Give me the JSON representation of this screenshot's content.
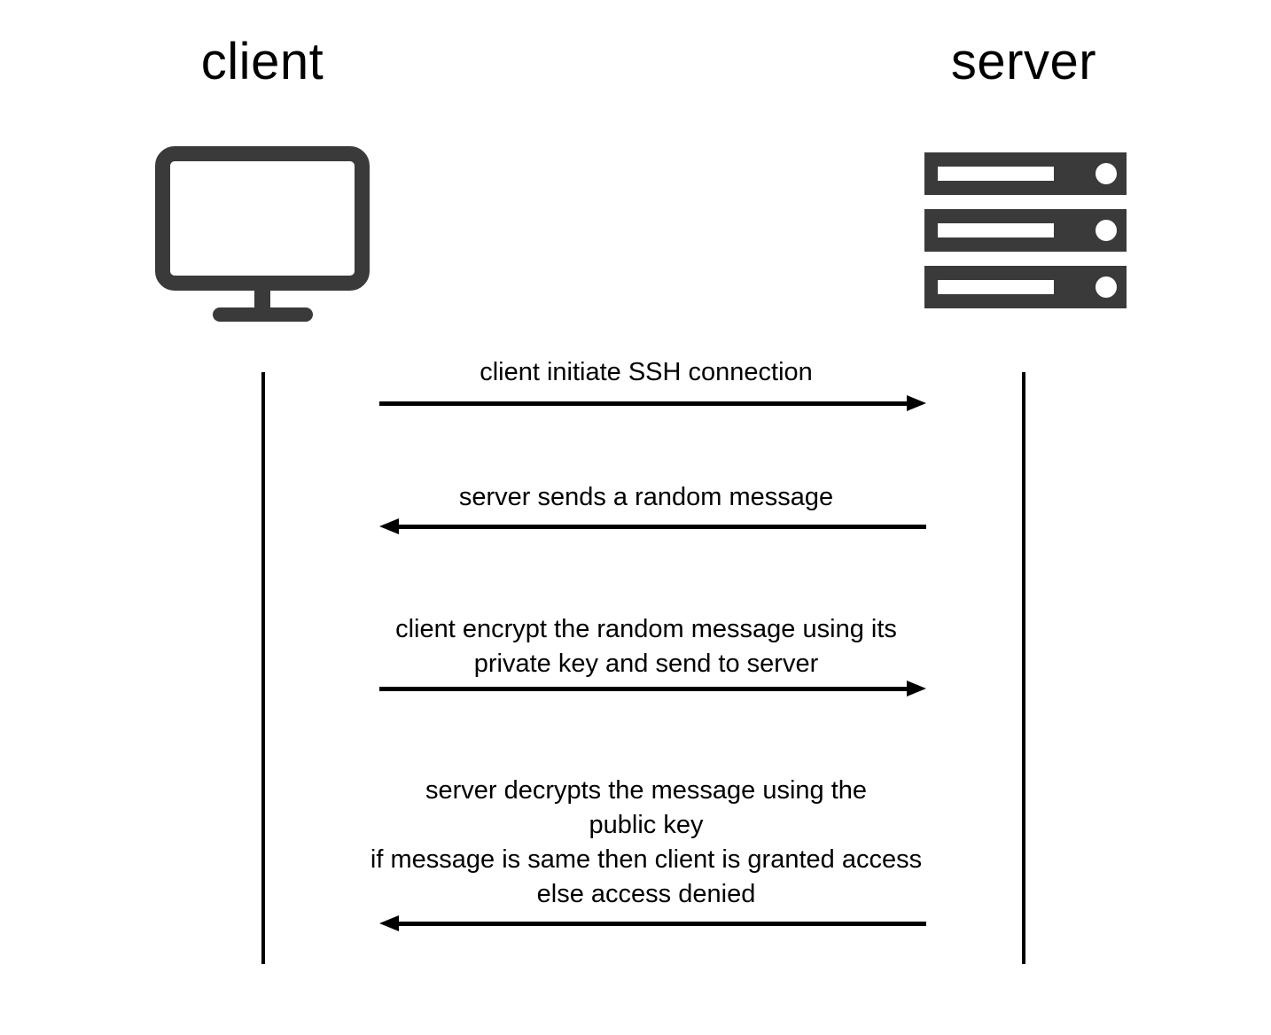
{
  "diagram": {
    "type": "sequence-diagram",
    "topic": "SSH key-based authentication flow",
    "background_color": "#ffffff",
    "icon_color": "#3a3a3a",
    "line_color": "#000000",
    "text_color": "#000000",
    "actors": {
      "client": {
        "label": "client",
        "icon": "monitor-icon"
      },
      "server": {
        "label": "server",
        "icon": "server-rack-icon"
      }
    },
    "messages": [
      {
        "text": "client initiate SSH connection",
        "from": "client",
        "to": "server",
        "direction": "right"
      },
      {
        "text": "server sends a random message",
        "from": "server",
        "to": "client",
        "direction": "left"
      },
      {
        "text": "client encrypt the random message using its\nprivate key and send to server",
        "from": "client",
        "to": "server",
        "direction": "right"
      },
      {
        "text": "server decrypts the message using the\npublic key\nif message is same then client is granted access\nelse access denied",
        "from": "server",
        "to": "client",
        "direction": "left"
      }
    ]
  }
}
